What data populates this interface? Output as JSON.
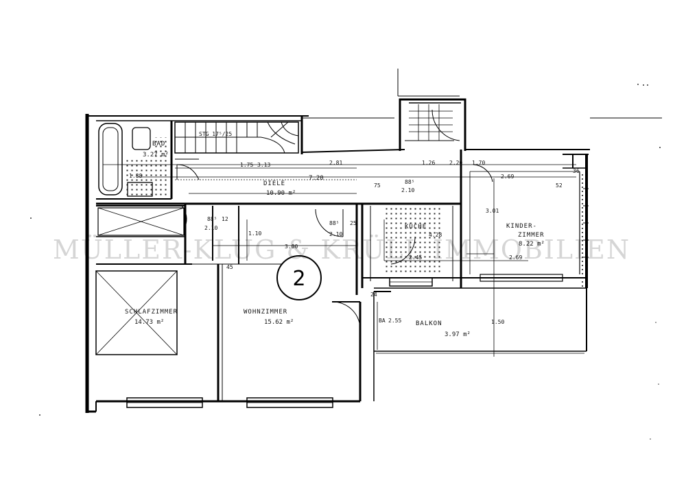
{
  "watermark": "MÜLLER-KLUG & KRÜLL IMMOBILIEN",
  "unit_number": "2",
  "rooms": {
    "bad": {
      "name": "BAD",
      "area": "3.27 m²"
    },
    "stairs": {
      "label": "STG 17⁵/25"
    },
    "diele": {
      "name": "DIELE",
      "area": "10.90 m²"
    },
    "kueche": {
      "name": "KÜCHE",
      "dims": "4.28"
    },
    "kinderzimmer": {
      "name_line1": "KINDER-",
      "name_line2": "ZIMMER",
      "area": "8.22 m²"
    },
    "schlafzimmer": {
      "name": "SCHLAFZIMMER",
      "area": "14.73 m²"
    },
    "wohnzimmer": {
      "name": "WOHNZIMMER",
      "area": "15.62 m²"
    },
    "balkon": {
      "name": "BALKON",
      "area": "3.97 m²"
    }
  },
  "dimensions": {
    "d175": "1.75",
    "d313": "3.13",
    "d281": "2.81",
    "d126": "1.26",
    "d220": "2.20",
    "d170": "1.70",
    "d720": "7.20",
    "d269a": "2.69",
    "d188": "1.88",
    "d75": "75",
    "d885a": "88⁵",
    "d210a": "2.10",
    "d52": "52",
    "d885b": "88⁵",
    "d210b": "2.10",
    "d12": "12",
    "d110": "1.10",
    "d885c": "88⁵",
    "d210c": "2.10",
    "d25": "25",
    "d301": "3.01",
    "d300": "3.00",
    "d45": "45",
    "d245": "2.45",
    "d269b": "2.69",
    "d36": "36",
    "d24": "24",
    "d255": "2.55",
    "d150": "1.50",
    "dBA": "BA"
  }
}
